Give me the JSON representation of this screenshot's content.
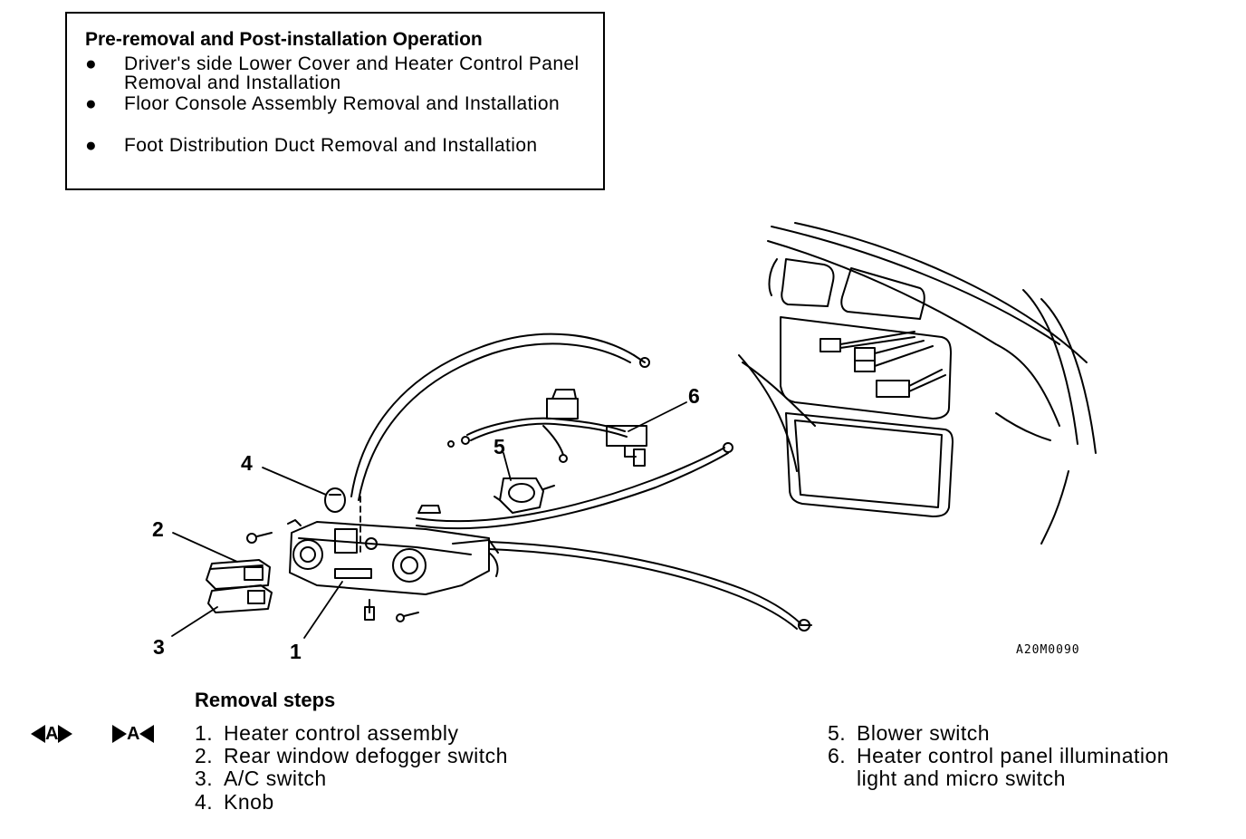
{
  "pre_box": {
    "title": "Pre-removal and Post-installation Operation",
    "bullet": "●",
    "items": [
      "Driver's side Lower Cover and Heater Control Panel",
      "Removal and Installation",
      "Floor Console Assembly Removal and Installation",
      "Foot Distribution Duct Removal and Installation"
    ]
  },
  "diagram": {
    "callouts": [
      "1",
      "2",
      "3",
      "4",
      "5",
      "6"
    ],
    "figure_code": "A20M0090"
  },
  "removal": {
    "title": "Removal steps",
    "markers": [
      "A",
      "A"
    ],
    "steps": [
      {
        "num": "1.",
        "label": "Heater control assembly"
      },
      {
        "num": "2.",
        "label": "Rear window defogger switch"
      },
      {
        "num": "3.",
        "label": "A/C switch"
      },
      {
        "num": "4.",
        "label": "Knob"
      },
      {
        "num": "5.",
        "label": "Blower switch"
      },
      {
        "num": "6.",
        "label": "Heater control panel illumination"
      }
    ],
    "step6_continuation": "light and micro switch"
  }
}
